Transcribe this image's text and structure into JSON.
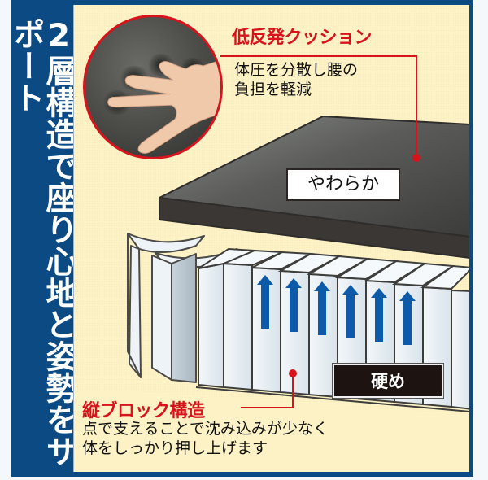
{
  "sidebar": {
    "title": "2層構造で座り心地と姿勢をサポート"
  },
  "top_section": {
    "heading": "低反発クッション",
    "description_lines": [
      "体圧を分散し腰の",
      "負担を軽減"
    ],
    "layer_tag": "やわらか",
    "image_alt": "hand-pressing-foam-photo"
  },
  "bottom_section": {
    "heading": "縦ブロック構造",
    "description_lines": [
      "点で支えることで沈み込みが少なく",
      "体をしっかり押し上げます"
    ],
    "layer_tag": "硬め",
    "arrow_count": 6
  },
  "colors": {
    "frame_blue": "#0c4a83",
    "panel_cream": "#fdf2c6",
    "accent_red": "#d7141c",
    "arrow_blue": "#0d5aa8",
    "cushion_gray": "#4a4a47",
    "block_white": "#e8eef2"
  }
}
